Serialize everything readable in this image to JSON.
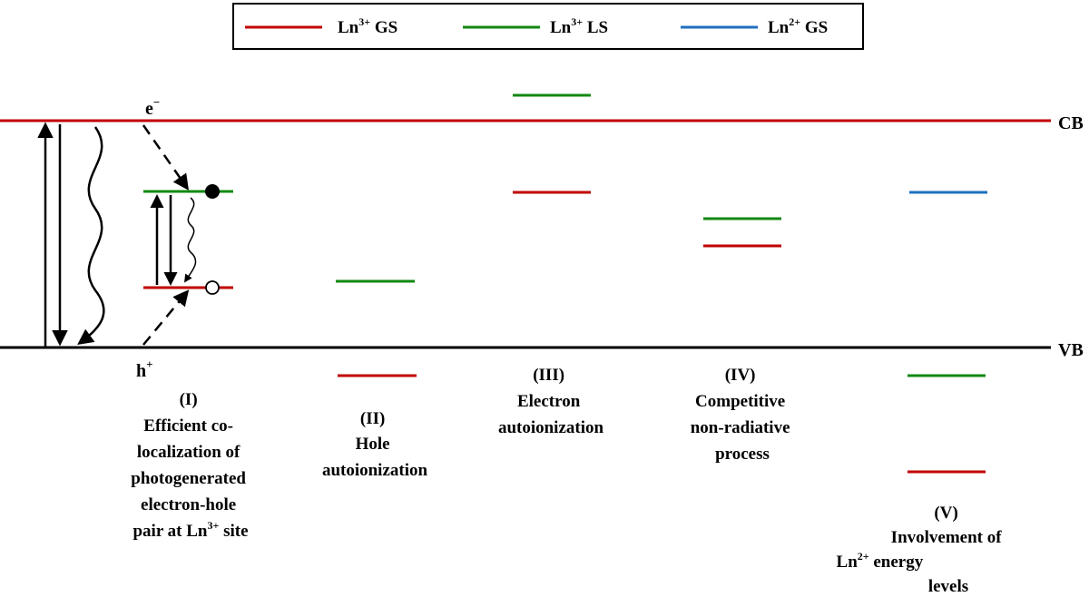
{
  "colors": {
    "ln3_gs": "#c00000",
    "ln3_ls": "#118811",
    "ln2_gs": "#1f6fbf",
    "vb": "#000000"
  },
  "legend": [
    {
      "key": "ln3_gs",
      "base": "Ln",
      "sup": "3+",
      "suffix": " GS"
    },
    {
      "key": "ln3_ls",
      "base": "Ln",
      "sup": "3+",
      "suffix": " LS"
    },
    {
      "key": "ln2_gs",
      "base": "Ln",
      "sup": "2+",
      "suffix": " GS"
    }
  ],
  "bands": {
    "cb": "CB",
    "vb": "VB"
  },
  "carriers": {
    "electron": {
      "base": "e",
      "sup": "−"
    },
    "hole": {
      "base": "h",
      "sup": "+"
    }
  },
  "cases": {
    "i": {
      "numeral": "(I)",
      "lines": [
        "Efficient co-",
        "localization of",
        "photogenerated",
        "electron-hole"
      ],
      "last": {
        "text": "pair at Ln",
        "sup": "3+",
        "suffix": " site"
      }
    },
    "ii": {
      "numeral": "(II)",
      "lines": [
        "Hole",
        "autoionization"
      ]
    },
    "iii": {
      "numeral": "(III)",
      "lines": [
        "Electron",
        "autoionization"
      ]
    },
    "iv": {
      "numeral": "(IV)",
      "lines": [
        "Competitive",
        "non-radiative",
        "process"
      ]
    },
    "v": {
      "numeral": "(V)",
      "lines": [
        "Involvement of"
      ],
      "mid": {
        "text": "Ln",
        "sup": "2+",
        "suffix": " energy"
      },
      "last": "levels"
    }
  }
}
